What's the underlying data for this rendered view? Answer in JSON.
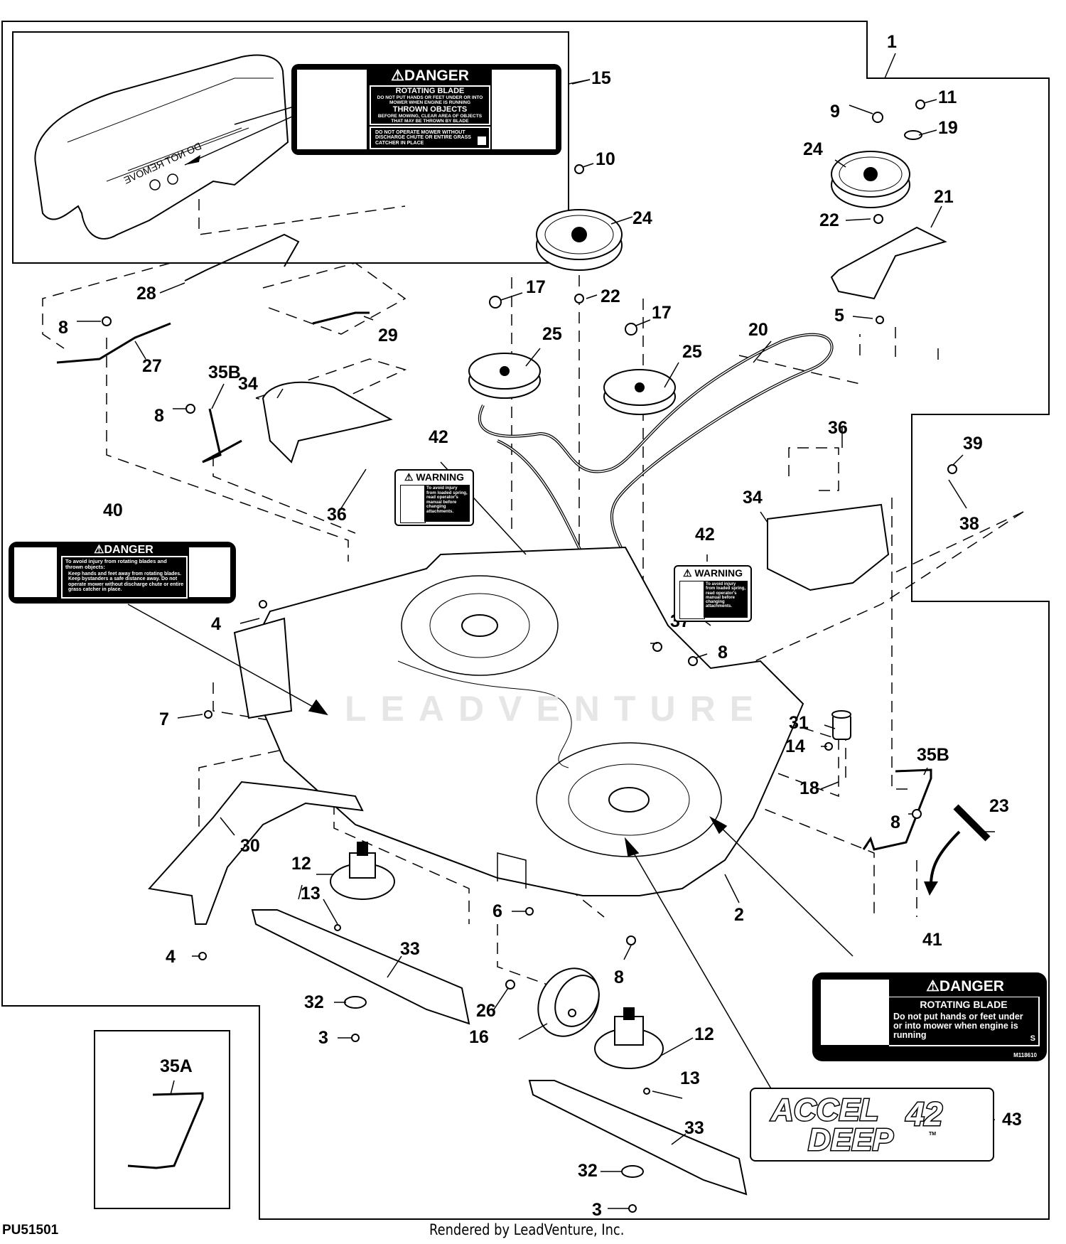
{
  "diagram": {
    "figure_id": "PU51501",
    "rendered_by": "Rendered by LeadVenture, Inc.",
    "watermark": "LEADVENTURE",
    "callouts": [
      {
        "id": "c1",
        "text": "1"
      },
      {
        "id": "c2",
        "text": "2"
      },
      {
        "id": "c3a",
        "text": "3"
      },
      {
        "id": "c3b",
        "text": "3"
      },
      {
        "id": "c4a",
        "text": "4"
      },
      {
        "id": "c4b",
        "text": "4"
      },
      {
        "id": "c5",
        "text": "5"
      },
      {
        "id": "c6",
        "text": "6"
      },
      {
        "id": "c7",
        "text": "7"
      },
      {
        "id": "c8a",
        "text": "8"
      },
      {
        "id": "c8b",
        "text": "8"
      },
      {
        "id": "c8c",
        "text": "8"
      },
      {
        "id": "c8d",
        "text": "8"
      },
      {
        "id": "c8e",
        "text": "8"
      },
      {
        "id": "c9",
        "text": "9"
      },
      {
        "id": "c10",
        "text": "10"
      },
      {
        "id": "c11",
        "text": "11"
      },
      {
        "id": "c12a",
        "text": "12"
      },
      {
        "id": "c12b",
        "text": "12"
      },
      {
        "id": "c13a",
        "text": "13"
      },
      {
        "id": "c13b",
        "text": "13"
      },
      {
        "id": "c14",
        "text": "14"
      },
      {
        "id": "c15",
        "text": "15"
      },
      {
        "id": "c16",
        "text": "16"
      },
      {
        "id": "c17a",
        "text": "17"
      },
      {
        "id": "c17b",
        "text": "17"
      },
      {
        "id": "c18",
        "text": "18"
      },
      {
        "id": "c19",
        "text": "19"
      },
      {
        "id": "c20",
        "text": "20"
      },
      {
        "id": "c21",
        "text": "21"
      },
      {
        "id": "c22a",
        "text": "22"
      },
      {
        "id": "c22b",
        "text": "22"
      },
      {
        "id": "c23",
        "text": "23"
      },
      {
        "id": "c24a",
        "text": "24"
      },
      {
        "id": "c24b",
        "text": "24"
      },
      {
        "id": "c25a",
        "text": "25"
      },
      {
        "id": "c25b",
        "text": "25"
      },
      {
        "id": "c26",
        "text": "26"
      },
      {
        "id": "c27",
        "text": "27"
      },
      {
        "id": "c28",
        "text": "28"
      },
      {
        "id": "c29",
        "text": "29"
      },
      {
        "id": "c30",
        "text": "30"
      },
      {
        "id": "c31",
        "text": "31"
      },
      {
        "id": "c32a",
        "text": "32"
      },
      {
        "id": "c32b",
        "text": "32"
      },
      {
        "id": "c33a",
        "text": "33"
      },
      {
        "id": "c33b",
        "text": "33"
      },
      {
        "id": "c34a",
        "text": "34"
      },
      {
        "id": "c34b",
        "text": "34"
      },
      {
        "id": "c35A",
        "text": "35A"
      },
      {
        "id": "c35Ba",
        "text": "35B"
      },
      {
        "id": "c35Bb",
        "text": "35B"
      },
      {
        "id": "c36a",
        "text": "36"
      },
      {
        "id": "c36b",
        "text": "36"
      },
      {
        "id": "c37",
        "text": "37"
      },
      {
        "id": "c38",
        "text": "38"
      },
      {
        "id": "c39",
        "text": "39"
      },
      {
        "id": "c40",
        "text": "40"
      },
      {
        "id": "c41",
        "text": "41"
      },
      {
        "id": "c42a",
        "text": "42"
      },
      {
        "id": "c42b",
        "text": "42"
      },
      {
        "id": "c43",
        "text": "43"
      }
    ],
    "discharge_chute": {
      "embossed_text": "DO NOT REMOVE"
    },
    "label_15": {
      "signal_word": "DANGER",
      "heading_1": "ROTATING BLADE",
      "text_1": "DO NOT PUT HANDS OR FEET UNDER OR INTO MOWER WHEN ENGINE IS RUNNING",
      "heading_2": "THROWN OBJECTS",
      "text_2": "BEFORE MOWING, CLEAR AREA OF OBJECTS THAT MAY BE THROWN BY BLADE",
      "text_3": "DO NOT OPERATE MOWER WITHOUT DISCHARGE CHUTE OR ENTIRE GRASS CATCHER IN PLACE"
    },
    "label_40": {
      "signal_word": "DANGER",
      "lead": "To avoid injury from rotating blades and thrown objects:",
      "body": "Keep hands and feet away from rotating blades. Keep bystanders a safe distance away. Do not operate mower without discharge chute or entire grass catcher in place."
    },
    "label_41": {
      "signal_word": "DANGER",
      "heading": "ROTATING BLADE",
      "body": "Do not put hands or feet under or into mower when engine is running",
      "suffix": "S",
      "part_no": "M118610"
    },
    "label_42": {
      "signal_word": "WARNING",
      "body": "To avoid injury from loaded spring, read operator's manual before changing attachments."
    },
    "label_43": {
      "line1": "ACCEL 42",
      "line1_a": "ACCEL",
      "line1_b": "42",
      "line2": "DEEP",
      "tm": "TM"
    }
  }
}
